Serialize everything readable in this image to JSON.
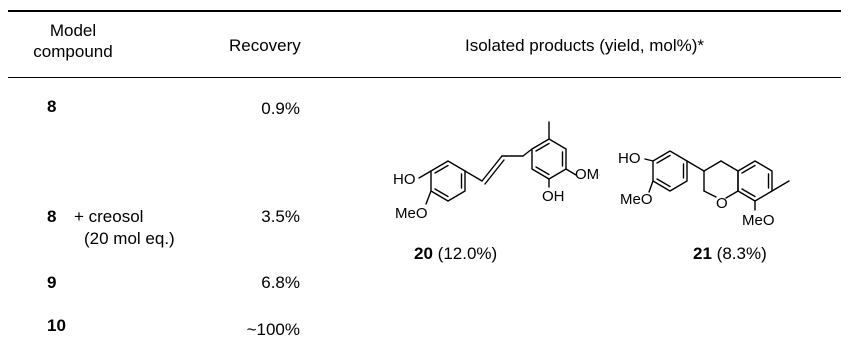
{
  "table": {
    "headers": {
      "model_compound_line1": "Model",
      "model_compound_line2": "compound",
      "recovery": "Recovery",
      "products": "Isolated products (yield, mol%)*"
    },
    "rows": [
      {
        "compound": "8",
        "extra_line1": "",
        "extra_line2": "",
        "recovery": "0.9%"
      },
      {
        "compound": "8",
        "extra_line1": "+ creosol",
        "extra_line2": "(20 mol eq.)",
        "recovery": "3.5%"
      },
      {
        "compound": "9",
        "extra_line1": "",
        "extra_line2": "",
        "recovery": "6.8%"
      },
      {
        "compound": "10",
        "extra_line1": "",
        "extra_line2": "",
        "recovery": "~100%"
      }
    ],
    "products": [
      {
        "number": "20",
        "yield": "(12.0%)",
        "labels": {
          "ho": "HO",
          "meo": "MeO",
          "ome": "OMe",
          "oh": "OH"
        }
      },
      {
        "number": "21",
        "yield": "(8.3%)",
        "labels": {
          "ho": "HO",
          "meo1": "MeO",
          "o": "O",
          "meo2": "MeO"
        }
      }
    ]
  }
}
